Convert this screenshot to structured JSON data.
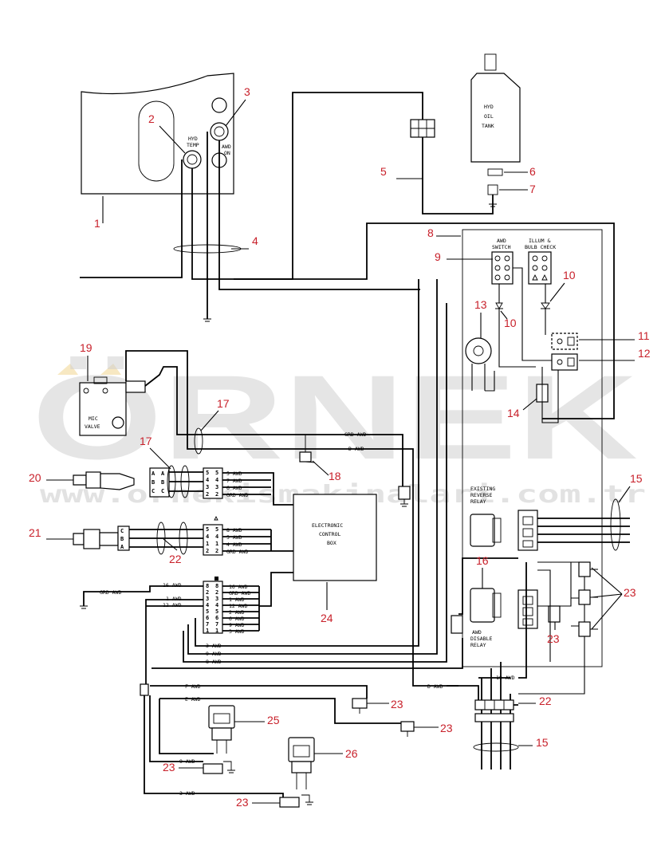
{
  "watermark": {
    "brand": "ÖRNEK",
    "url": "www.ornekismakinalari.com.tr"
  },
  "labels": {
    "hyd_temp": [
      "HYD",
      "TEMP"
    ],
    "awd_on": [
      "AWD",
      "ON"
    ],
    "hyd_oil_tank": [
      "HYD",
      "OIL",
      "TANK"
    ],
    "awd_switch": [
      "AWD",
      "SWITCH"
    ],
    "illum_bulb_check": [
      "ILLUM &",
      "BULB CHECK"
    ],
    "mic_valve": [
      "MIC",
      "VALVE"
    ],
    "grd_awd_top": "GRD AWD",
    "d_awd_top": "D AWD",
    "ecb": [
      "ELECTRONIC",
      "CONTROL",
      "BOX"
    ],
    "existing_relay": [
      "EXISTING",
      "REVERSE",
      "RELAY"
    ],
    "awd_disable_relay": [
      "AWD",
      "DISABLE",
      "RELAY"
    ],
    "grd_awd_left": "GRD AWD",
    "conn_a": {
      "pins": [
        "A",
        "B",
        "C"
      ],
      "left_pins": [
        "A",
        "B",
        "C"
      ]
    },
    "conn_20_pins": [
      "5",
      "4",
      "3",
      "2"
    ],
    "conn_20_wires": [
      "5 AWD",
      "7 AWD",
      "6 AWD",
      "GRD AWD"
    ],
    "conn_21_pins": [
      "5",
      "4",
      "1",
      "2"
    ],
    "conn_21_wires": [
      "8 AWD",
      "5 AWD",
      "4 AWD",
      "GRD AWD"
    ],
    "conn_21_letters": [
      "C",
      "B",
      "A"
    ],
    "conn_big_left_pins": [
      "8",
      "2",
      "3",
      "4",
      "5",
      "6",
      "7",
      "1"
    ],
    "conn_big_right_wires": [
      "16 AWD",
      "GRD AWD",
      "1 AWD",
      "12 AWD",
      "2 AWD",
      "6 AWD",
      "9 AWD",
      "3 AWD"
    ],
    "conn_big_left_wires": [
      "16 AWD",
      "1 AWD",
      "12 AWD"
    ],
    "bottom_wires": [
      "3 AWD",
      "9 AWD",
      "8 AWD"
    ],
    "d_awd_bottom": "D AWD",
    "awd10": "10 AWD",
    "f_awd": "F AWD",
    "e_awd": "E AWD",
    "awd9": "9 AWD",
    "awd3": "3 AWD"
  },
  "callouts": [
    "1",
    "2",
    "3",
    "4",
    "5",
    "6",
    "7",
    "8",
    "9",
    "10",
    "10",
    "11",
    "12",
    "13",
    "14",
    "15",
    "15",
    "16",
    "17",
    "17",
    "18",
    "19",
    "20",
    "21",
    "22",
    "22",
    "23",
    "23",
    "23",
    "23",
    "23",
    "23",
    "24",
    "25",
    "26"
  ],
  "colors": {
    "callout": "#c8202a",
    "watermark": "#d0d0d0",
    "watermark_accent": "#f2d89a"
  }
}
